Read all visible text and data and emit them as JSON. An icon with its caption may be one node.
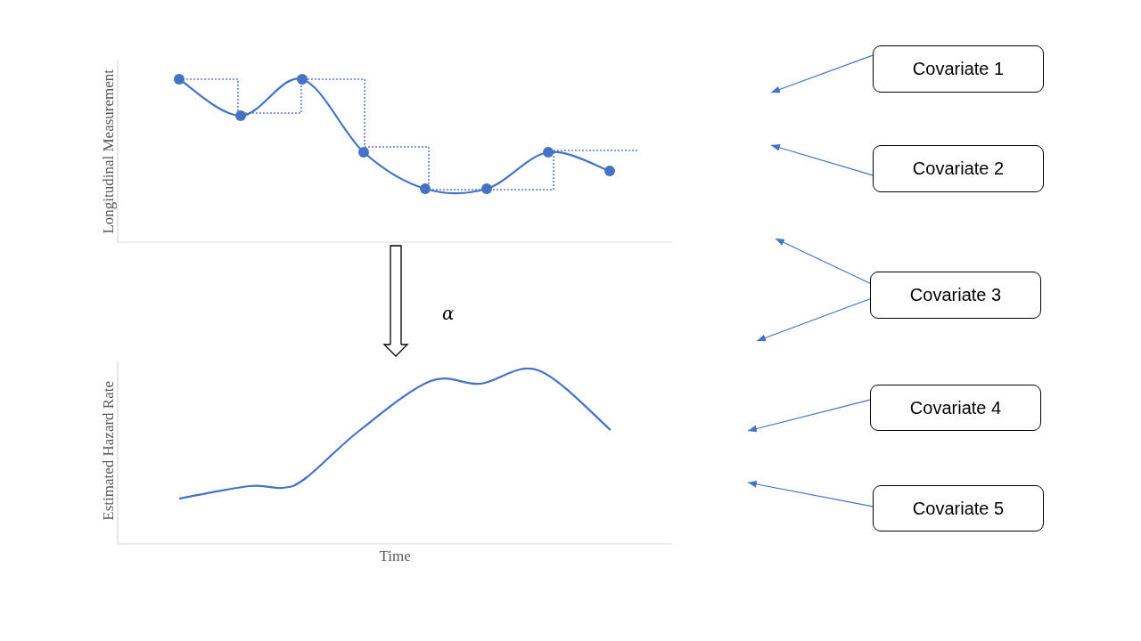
{
  "diagram": {
    "nodes": [
      {
        "text": [
          "Longitudinal Measurement"
        ]
      },
      {
        "text": [
          "Estimated Hazard Rate",
          "Time"
        ]
      },
      {
        "text": [
          "Covariate 1"
        ]
      },
      {
        "text": [
          "Covariate 2"
        ]
      },
      {
        "text": [
          "Covariate 3"
        ]
      },
      {
        "text": [
          "Covariate 4"
        ]
      },
      {
        "text": [
          "Covariate 5"
        ]
      }
    ],
    "edges": [
      {
        "from": 0,
        "to": 1,
        "arrow": "to",
        "label": "α",
        "color": "#000000"
      },
      {
        "from": 2,
        "to": null,
        "arrow": "to"
      },
      {
        "from": 3,
        "to": null,
        "arrow": "to"
      },
      {
        "from": 4,
        "to": null,
        "arrow": "to"
      },
      {
        "from": 4,
        "to": null,
        "arrow": "to"
      },
      {
        "from": 5,
        "to": null,
        "arrow": "to"
      },
      {
        "from": 6,
        "to": null,
        "arrow": "to"
      }
    ]
  }
}
